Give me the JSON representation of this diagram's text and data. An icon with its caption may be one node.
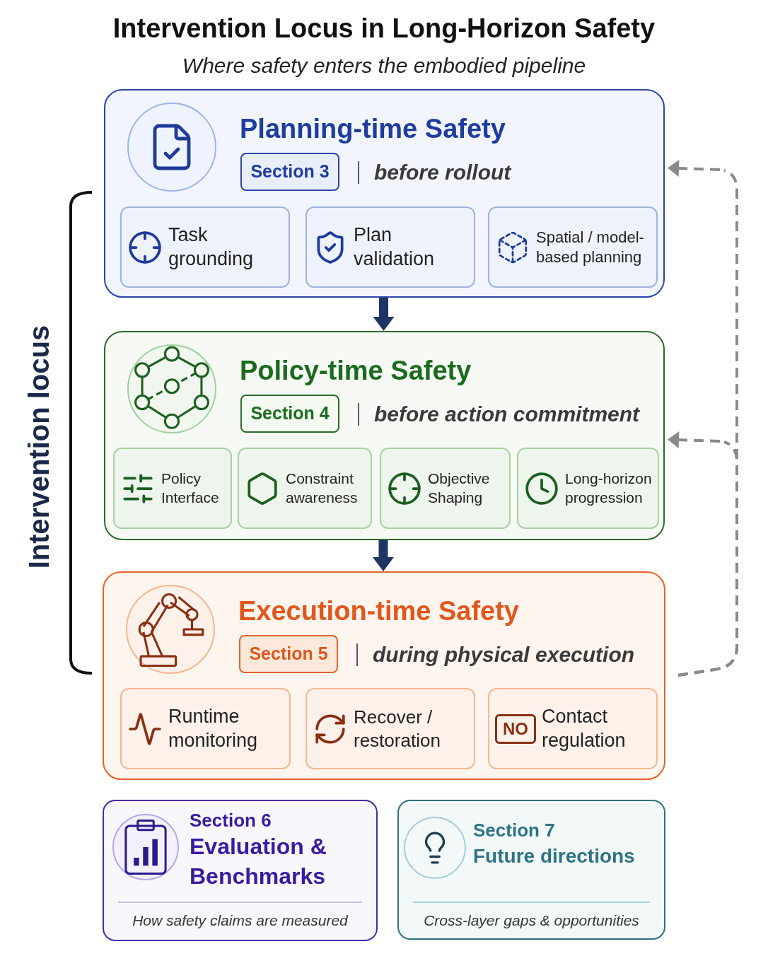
{
  "diagram": {
    "title": "Intervention Locus in Long-Horizon Safety",
    "nodes": [
      {
        "text": [
          "Planning-time Safety",
          "Section 3",
          "before rollout"
        ]
      },
      {
        "text": [
          "Task grounding"
        ],
        "in": 0
      },
      {
        "text": [
          "Plan validation"
        ],
        "in": 0
      },
      {
        "text": [
          "Spatial / model-based planning"
        ],
        "in": 0
      },
      {
        "text": [
          "Policy-time Safety",
          "Section 4",
          "before action commitment"
        ]
      },
      {
        "text": [
          "Policy Interface"
        ],
        "in": 4
      },
      {
        "text": [
          "Constraint awareness"
        ],
        "in": 4
      },
      {
        "text": [
          "Objective Shaping"
        ],
        "in": 4
      },
      {
        "text": [
          "Long-horizon progression"
        ],
        "in": 4
      },
      {
        "text": [
          "Execution-time Safety",
          "Section 5",
          "during physical execution"
        ]
      },
      {
        "text": [
          "Runtime monitoring"
        ],
        "in": 9
      },
      {
        "text": [
          "Recover / restoration"
        ],
        "in": 9
      },
      {
        "text": [
          "NO",
          "Contact regulation"
        ],
        "in": 9
      },
      {
        "text": [
          "Section 6",
          "Evaluation & Benchmarks",
          "How safety claims are measured"
        ]
      },
      {
        "text": [
          "Section 7",
          "Future directions",
          "Cross-layer gaps & opportunities"
        ]
      }
    ],
    "edges": [
      {
        "from": 0,
        "to": 4,
        "arrow": "to",
        "style": "thick"
      },
      {
        "from": 4,
        "to": 9,
        "arrow": "to",
        "style": "thick"
      },
      {
        "from": 9,
        "to": 4,
        "arrow": "to",
        "style": "dashed",
        "color": "#8a8a8a"
      },
      {
        "from": 9,
        "to": 0,
        "arrow": "to",
        "style": "dashed",
        "color": "#8a8a8a"
      }
    ],
    "labels": [
      "Where safety enters the embodied pipeline",
      "Intervention locus"
    ]
  }
}
